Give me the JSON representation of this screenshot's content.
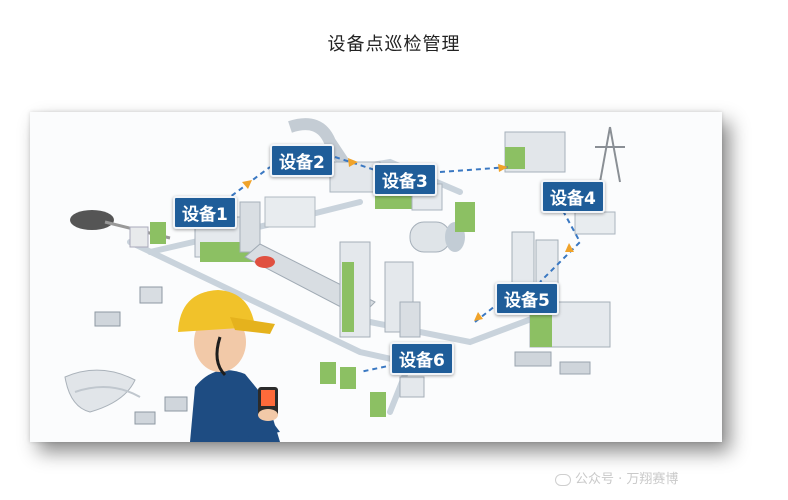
{
  "page": {
    "title": "设备点巡检管理"
  },
  "diagram": {
    "tags": [
      "设备1",
      "设备2",
      "设备3",
      "设备4",
      "设备5",
      "设备6"
    ]
  },
  "watermark": {
    "text": "公众号 · 万翔赛博"
  },
  "colors": {
    "tag": "#1f5d99",
    "route": "#3a78c2",
    "arrow": "#f0a32a",
    "equipment": "#8cc063"
  }
}
